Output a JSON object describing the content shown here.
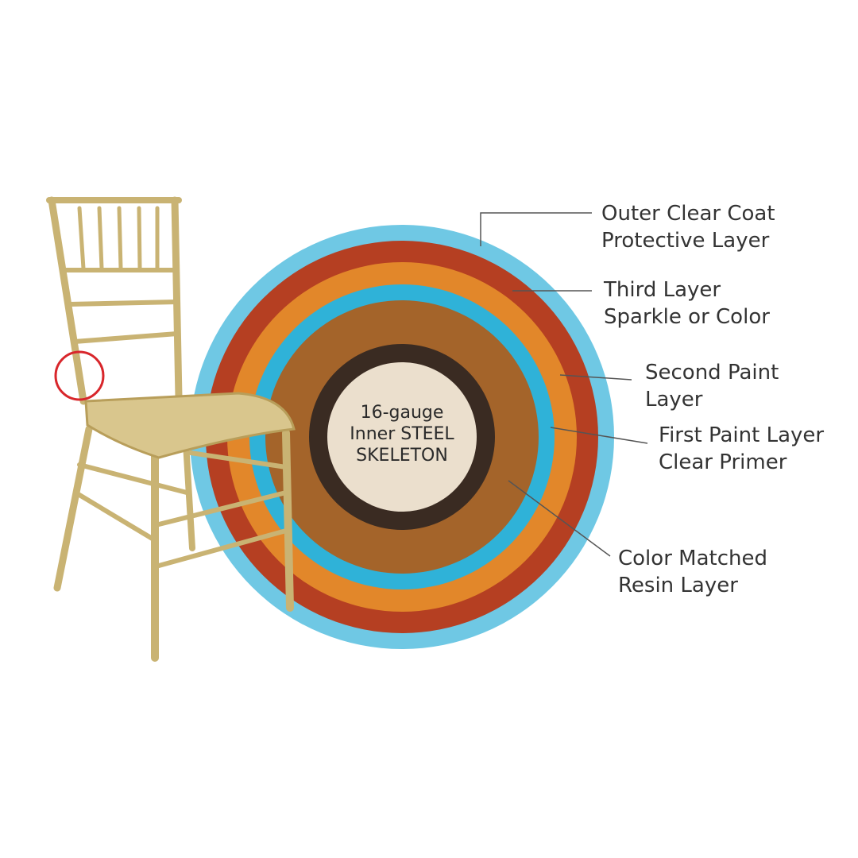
{
  "colors": {
    "outer_clear_coat": "#6fc8e4",
    "third_layer": "#b53f22",
    "second_paint_layer": "#e2872a",
    "first_paint_layer": "#2fb2d8",
    "resin_layer": "#a4642a",
    "steel_ring": "#3a2b22",
    "steel_core": "#ebdfcd",
    "chair_gold": "#cdb878",
    "highlight_circle": "#d8262b"
  },
  "core_label": [
    "16-gauge",
    "Inner STEEL",
    "SKELETON"
  ],
  "labels": [
    {
      "line1": "Outer Clear Coat",
      "line2": "Protective Layer"
    },
    {
      "line1": "Third Layer",
      "line2": "Sparkle or Color"
    },
    {
      "line1": "Second Paint",
      "line2": "Layer"
    },
    {
      "line1": "First Paint Layer",
      "line2": "Clear Primer"
    },
    {
      "line1": "Color Matched",
      "line2": "Resin Layer"
    }
  ]
}
